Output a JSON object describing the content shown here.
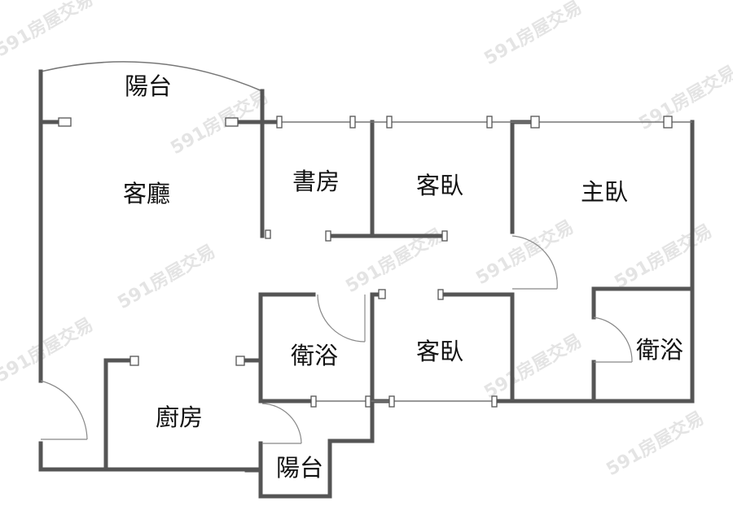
{
  "watermark": "591房屋交易",
  "rooms": {
    "balcony_top": "陽台",
    "living": "客廳",
    "study": "書房",
    "guest_bed_1": "客臥",
    "master_bed": "主臥",
    "bath_1": "衛浴",
    "guest_bed_2": "客臥",
    "bath_2": "衛浴",
    "kitchen": "廚房",
    "balcony_bottom": "陽台"
  },
  "colors": {
    "wall": "#555555",
    "text": "#111111"
  }
}
